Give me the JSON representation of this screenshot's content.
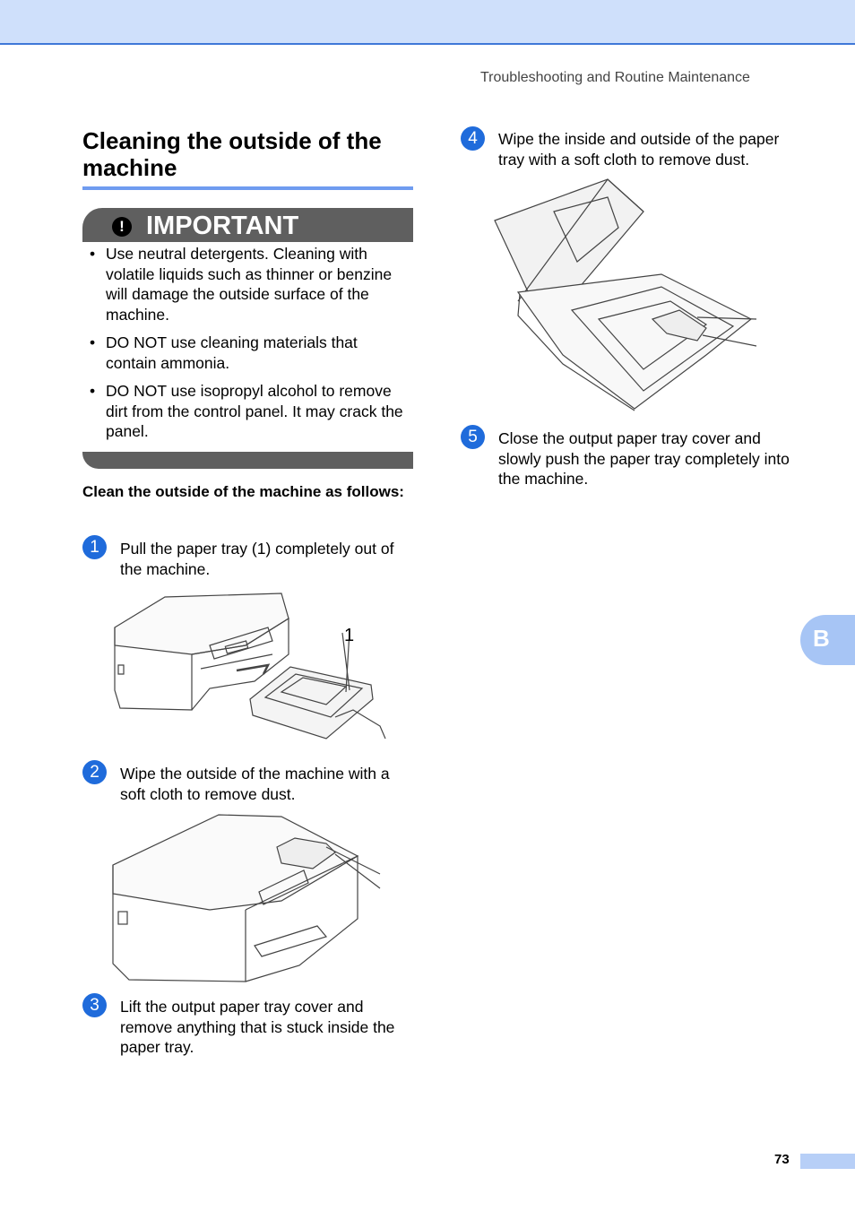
{
  "header": {
    "running_title": "Troubleshooting and Routine Maintenance"
  },
  "section": {
    "title": "Cleaning the outside of the machine"
  },
  "important": {
    "icon": "exclamation-icon",
    "label": "IMPORTANT",
    "bullets": [
      "Use neutral detergents. Cleaning with volatile liquids such as thinner or benzine will damage the outside surface of the machine.",
      "DO NOT use cleaning materials that contain ammonia.",
      "DO NOT use isopropyl alcohol to remove dirt from the control panel. It may crack the panel."
    ]
  },
  "instructions_heading": "Clean the outside of the machine as follows:",
  "steps": [
    {
      "number": "1",
      "text": "Pull the paper tray (1) completely out of the machine."
    },
    {
      "number": "2",
      "text": "Wipe the outside of the machine with a soft cloth to remove dust."
    },
    {
      "number": "3",
      "text": "Lift the output paper tray cover and remove anything that is stuck inside the paper tray."
    },
    {
      "number": "4",
      "text": "Wipe the inside and outside of the paper tray with a soft cloth to remove dust."
    },
    {
      "number": "5",
      "text": "Close the output paper tray cover and slowly push the paper tray completely into the machine."
    }
  ],
  "figure1": {
    "callout": "1"
  },
  "side_tab": {
    "label": "B"
  },
  "page_number": "73",
  "colors": {
    "accent": "#1f6bdb",
    "band": "#cfe0fb",
    "rule": "#6f9cf0",
    "important_bar": "#5f5f5f",
    "tab": "#a7c5f5"
  }
}
